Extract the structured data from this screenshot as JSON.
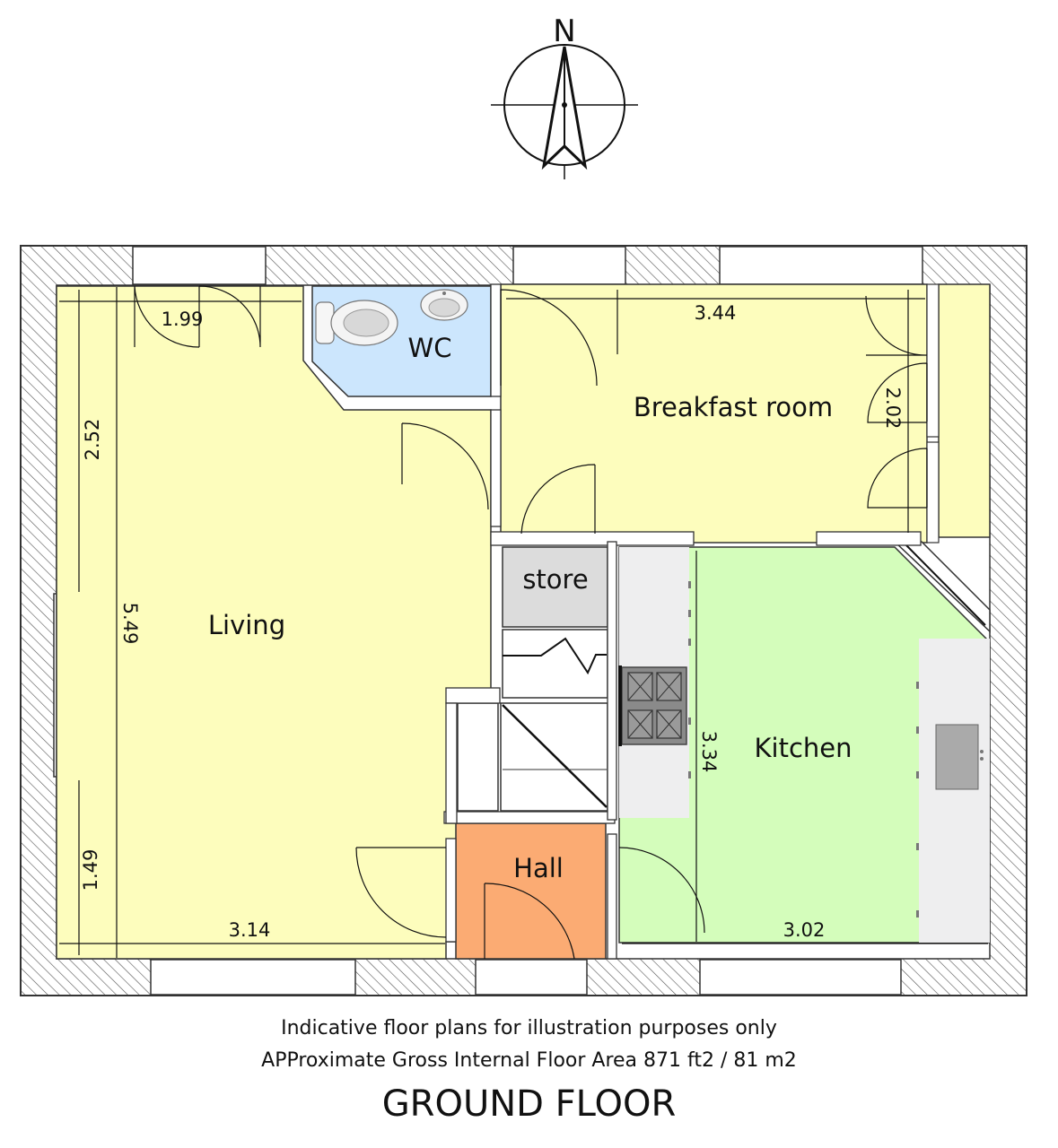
{
  "compass": {
    "north_label": "N"
  },
  "rooms": {
    "living": "Living",
    "wc": "WC",
    "breakfast": "Breakfast room",
    "store": "store",
    "kitchen": "Kitchen",
    "hall": "Hall"
  },
  "dimensions": {
    "living_top_width": "1.99",
    "living_upper_height": "2.52",
    "living_height": "5.49",
    "living_lower_height": "1.49",
    "living_bottom_width": "3.14",
    "breakfast_width": "3.44",
    "breakfast_height": "2.02",
    "kitchen_height": "3.34",
    "kitchen_width": "3.02"
  },
  "captions": {
    "disclaimer": "Indicative floor plans for illustration purposes only",
    "area": "APProximate Gross Internal Floor Area 871 ft2 / 81 m2",
    "floor_title": "GROUND FLOOR"
  },
  "colors": {
    "living": "#fdfdbd",
    "wc": "#cce6fd",
    "kitchen": "#d4fdbb",
    "hall": "#fbab73",
    "store": "#dcdcdc",
    "counter": "#eeeeef",
    "wall_hatch": "#555555"
  }
}
